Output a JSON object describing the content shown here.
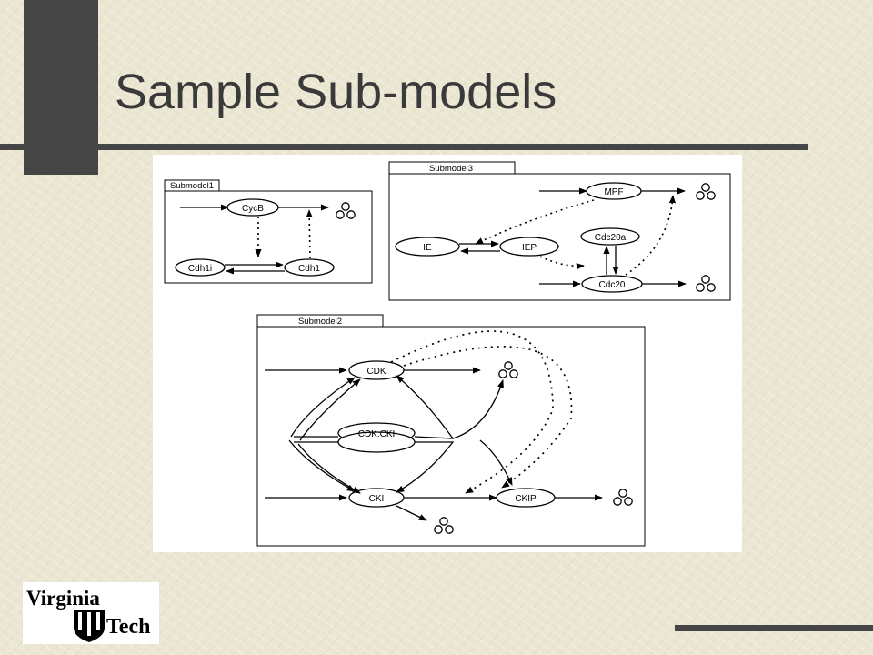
{
  "slide": {
    "title": "Sample Sub-models"
  },
  "diagram": {
    "submodel1": {
      "tab": "Submodel1",
      "nodes": {
        "cycb": "CycB",
        "cdh1i": "Cdh1i",
        "cdh1": "Cdh1"
      }
    },
    "submodel3": {
      "tab": "Submodel3",
      "nodes": {
        "mpf": "MPF",
        "ie": "IE",
        "iep": "IEP",
        "cdc20a": "Cdc20a",
        "cdc20": "Cdc20"
      }
    },
    "submodel2": {
      "tab": "Submodel2",
      "nodes": {
        "cdk": "CDK",
        "cdkcki": "CDK:CKI",
        "cki": "CKI",
        "ckip": "CKIP"
      }
    }
  },
  "logo": {
    "line1": "Virginia",
    "line2": "Tech"
  },
  "colors": {
    "background": "#ebe6d2",
    "accent": "#454545",
    "title": "#3a3a3a"
  }
}
